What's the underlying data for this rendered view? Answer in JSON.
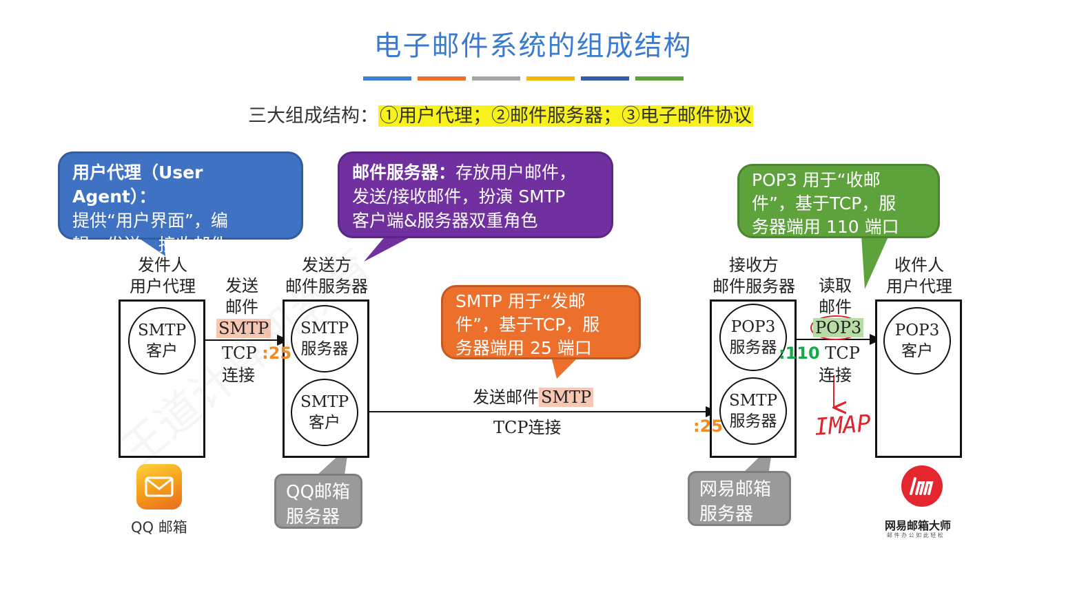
{
  "title": "电子邮件系统的组成结构",
  "color_bars": [
    "#3d7fd0",
    "#ec6f2b",
    "#a5a5a5",
    "#f5b800",
    "#3659a8",
    "#5ea23c"
  ],
  "subtitle": {
    "prefix": "三大组成结构：",
    "highlight": "①用户代理；②邮件服务器；③电子邮件协议"
  },
  "callouts": {
    "user_agent": {
      "heading": "用户代理（User Agent）：",
      "lines": [
        "提供“用户界面”，编",
        "辑、发送、接收邮件"
      ]
    },
    "mail_server": {
      "heading": "邮件服务器：",
      "line1_rest": "存放用户邮件，",
      "lines": [
        "发送/接收邮件，扮演 SMTP",
        "客户端&服务器双重角色"
      ]
    },
    "pop3": {
      "lines": [
        "POP3 用于“收邮",
        "件”，基于TCP，服",
        "务器端用 110 端口"
      ]
    },
    "smtp": {
      "lines": [
        "SMTP 用于“发邮",
        "件”，基于TCP，服",
        "务器端用 25 端口"
      ]
    },
    "qq_server": {
      "lines": [
        "QQ邮箱",
        "服务器"
      ]
    },
    "netease_server": {
      "lines": [
        "网易邮箱",
        "服务器"
      ]
    }
  },
  "nodes": {
    "sender_label": [
      "发件人",
      "用户代理"
    ],
    "sender_server_label": [
      "发送方",
      "邮件服务器"
    ],
    "receiver_server_label": [
      "接收方",
      "邮件服务器"
    ],
    "receiver_label": [
      "收件人",
      "用户代理"
    ],
    "smtp_client_1": [
      "SMTP",
      "客户"
    ],
    "smtp_server_1": [
      "SMTP",
      "服务器"
    ],
    "smtp_client_2": [
      "SMTP",
      "客户"
    ],
    "pop3_server": [
      "POP3",
      "服务器"
    ],
    "smtp_server_2": [
      "SMTP",
      "服务器"
    ],
    "pop3_client": [
      "POP3",
      "客户"
    ]
  },
  "links": {
    "send_label_lines": [
      "发送",
      "邮件"
    ],
    "send_protocol": "SMTP",
    "tcp_1": "TCP",
    "port_25_a": ":25",
    "connect_1": "连接",
    "middle_label": "发送邮件",
    "middle_protocol": "SMTP",
    "middle_tcp": "TCP连接",
    "port_25_b": ":25",
    "read_label_lines": [
      "读取",
      "邮件"
    ],
    "read_protocol": "POP3",
    "port_110": ":110",
    "tcp_2": "TCP",
    "connect_2": "连接",
    "handwritten": "IMAP"
  },
  "logos": {
    "qq_mail": "QQ 邮箱",
    "netease_brand": "网易邮箱大师",
    "netease_tagline": "邮 件 办 公   如 此 轻 松"
  },
  "watermark": "王道计算机教育"
}
